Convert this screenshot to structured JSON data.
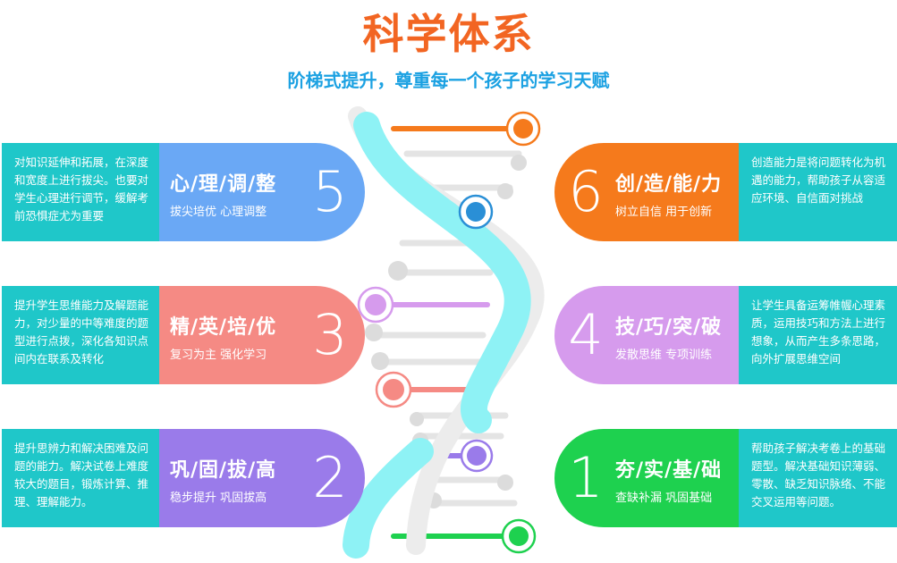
{
  "header": {
    "title": "科学体系",
    "subtitle": "阶梯式提升，尊重每一个孩子的学习天赋"
  },
  "colors": {
    "title": "#f26522",
    "subtitle": "#1ba1e2",
    "description_bg": "#1fc7c9",
    "level5": "#6aa8f5",
    "level6": "#f57a1c",
    "level3": "#f58a84",
    "level4": "#d69bed",
    "level2": "#9a7bea",
    "level1": "#1ed14f"
  },
  "levels": {
    "level5": {
      "number": "5",
      "heading": "心/理/调/整",
      "subtitle": "拔尖培优 心理调整",
      "description": "对知识延伸和拓展，在深度和宽度上进行拔尖。也要对学生心理进行调节，缓解考前恐惧症尤为重要"
    },
    "level6": {
      "number": "6",
      "heading": "创/造/能/力",
      "subtitle": "树立自信 用于创新",
      "description": "创造能力是将问题转化为机遇的能力，帮助孩子从容适应环境、自信面对挑战"
    },
    "level3": {
      "number": "3",
      "heading": "精/英/培/优",
      "subtitle": "复习为主 强化学习",
      "description": "提升学生思维能力及解题能力，对少量的中等难度的题型进行点拨，深化各知识点间内在联系及转化"
    },
    "level4": {
      "number": "4",
      "heading": "技/巧/突/破",
      "subtitle": "发散思维 专项训练",
      "description": "让学生具备运筹帷幄心理素质，运用技巧和方法上进行想象，从而产生多条思路，向外扩展思维空间"
    },
    "level2": {
      "number": "2",
      "heading": "巩/固/拔/高",
      "subtitle": "稳步提升 巩固拔高",
      "description": "提升思辨力和解决困难及问题的能力。解决试卷上难度较大的题目，锻炼计算、推理、理解能力。"
    },
    "level1": {
      "number": "1",
      "heading": "夯/实/基/础",
      "subtitle": "查缺补漏 巩固基础",
      "description": "帮助孩子解决考卷上的基础题型。解决基础知识薄弱、零散、缺乏知识脉络、不能交叉运用等问题。"
    }
  }
}
